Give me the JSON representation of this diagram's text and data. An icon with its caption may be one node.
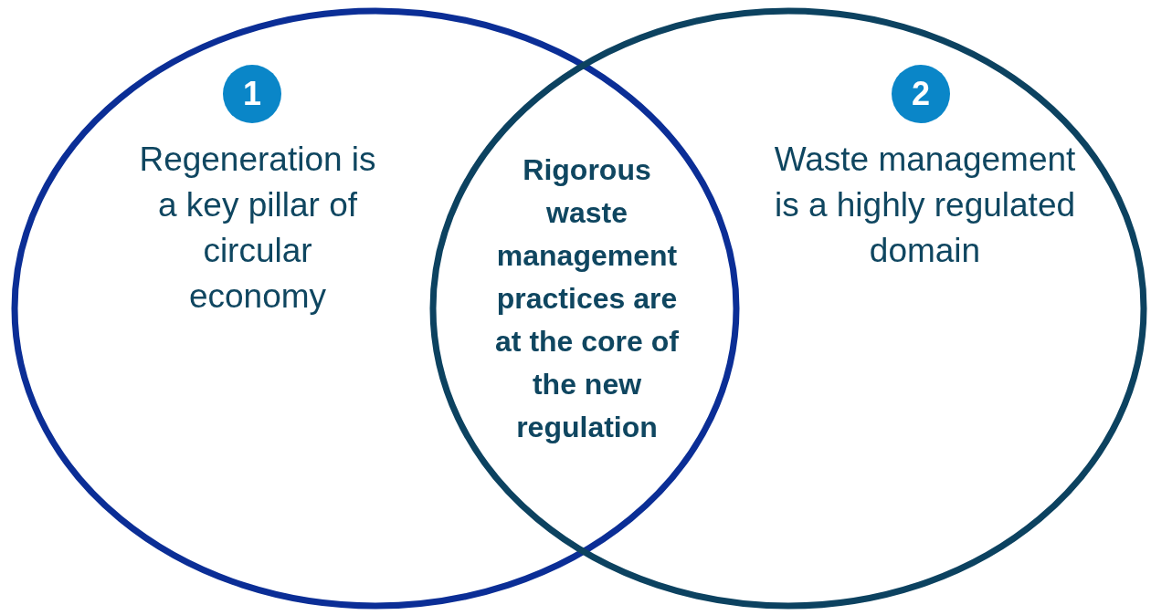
{
  "diagram": {
    "nodes": [
      {
        "text": [
          "Regeneration is a key pillar of circular economy"
        ]
      },
      {
        "text": [
          "1"
        ],
        "in": 0
      },
      {
        "text": [
          "Waste management is a highly regulated domain"
        ]
      },
      {
        "text": [
          "2"
        ],
        "in": 2
      }
    ],
    "labels": [
      "Rigorous waste management practices are at the core of the new regulation"
    ]
  }
}
